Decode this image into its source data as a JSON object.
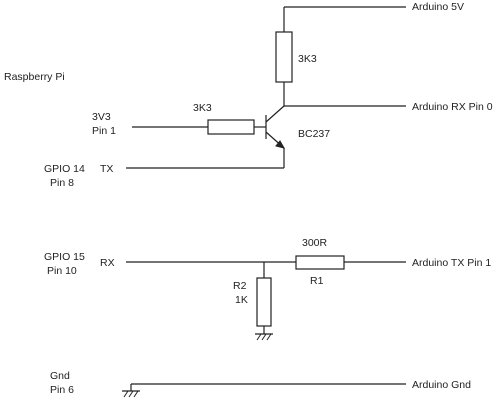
{
  "labels": {
    "rpi": "Raspberry Pi",
    "v33": "3V3",
    "pin1": "Pin 1",
    "gpio14": "GPIO 14",
    "pin8": "Pin 8",
    "tx": "TX",
    "gpio15": "GPIO 15",
    "pin10": "Pin 10",
    "rx": "RX",
    "gnd": "Gnd",
    "pin6": "Pin 6",
    "arduino_5v": "Arduino 5V",
    "arduino_rx": "Arduino RX Pin 0",
    "arduino_tx": "Arduino TX Pin 1",
    "arduino_gnd": "Arduino Gnd",
    "r_top_value": "3K3",
    "r_base_value": "3K3",
    "transistor": "BC237",
    "r1_value": "300R",
    "r1_name": "R1",
    "r2_name": "R2",
    "r2_value": "1K"
  }
}
